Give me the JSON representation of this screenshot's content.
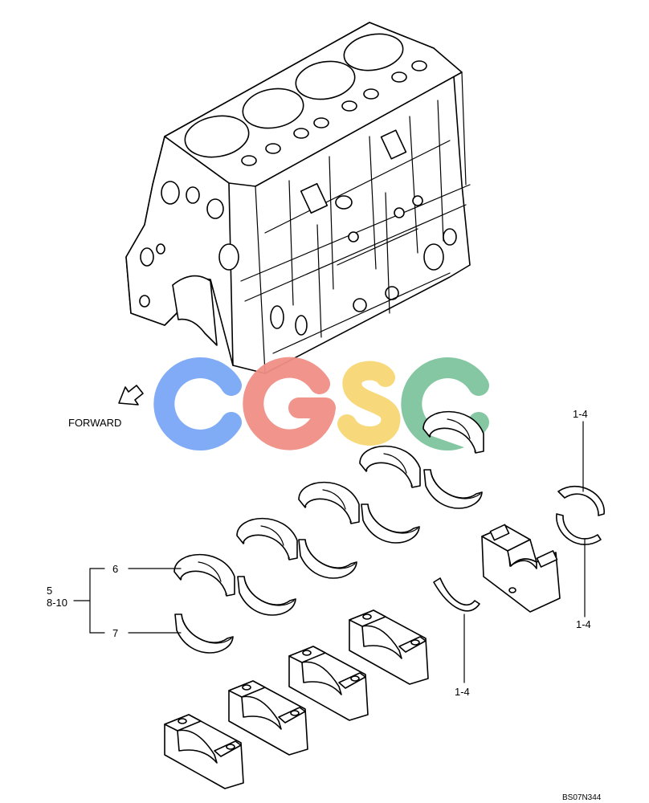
{
  "drawing": {
    "forward_label": "FORWARD",
    "ref_code": "BS07N344"
  },
  "callouts": [
    {
      "id": "c6",
      "text": "6"
    },
    {
      "id": "c7",
      "text": "7"
    },
    {
      "id": "c5",
      "text": "5"
    },
    {
      "id": "c810",
      "text": "8-10"
    },
    {
      "id": "c14a",
      "text": "1-4"
    },
    {
      "id": "c14b",
      "text": "1-4"
    },
    {
      "id": "c14c",
      "text": "1-4"
    }
  ],
  "watermark": {
    "letters": [
      "C",
      "G",
      "S",
      "C"
    ],
    "colors": [
      "#7aa7f5",
      "#f08f86",
      "#f7d774",
      "#7fc59e"
    ]
  }
}
